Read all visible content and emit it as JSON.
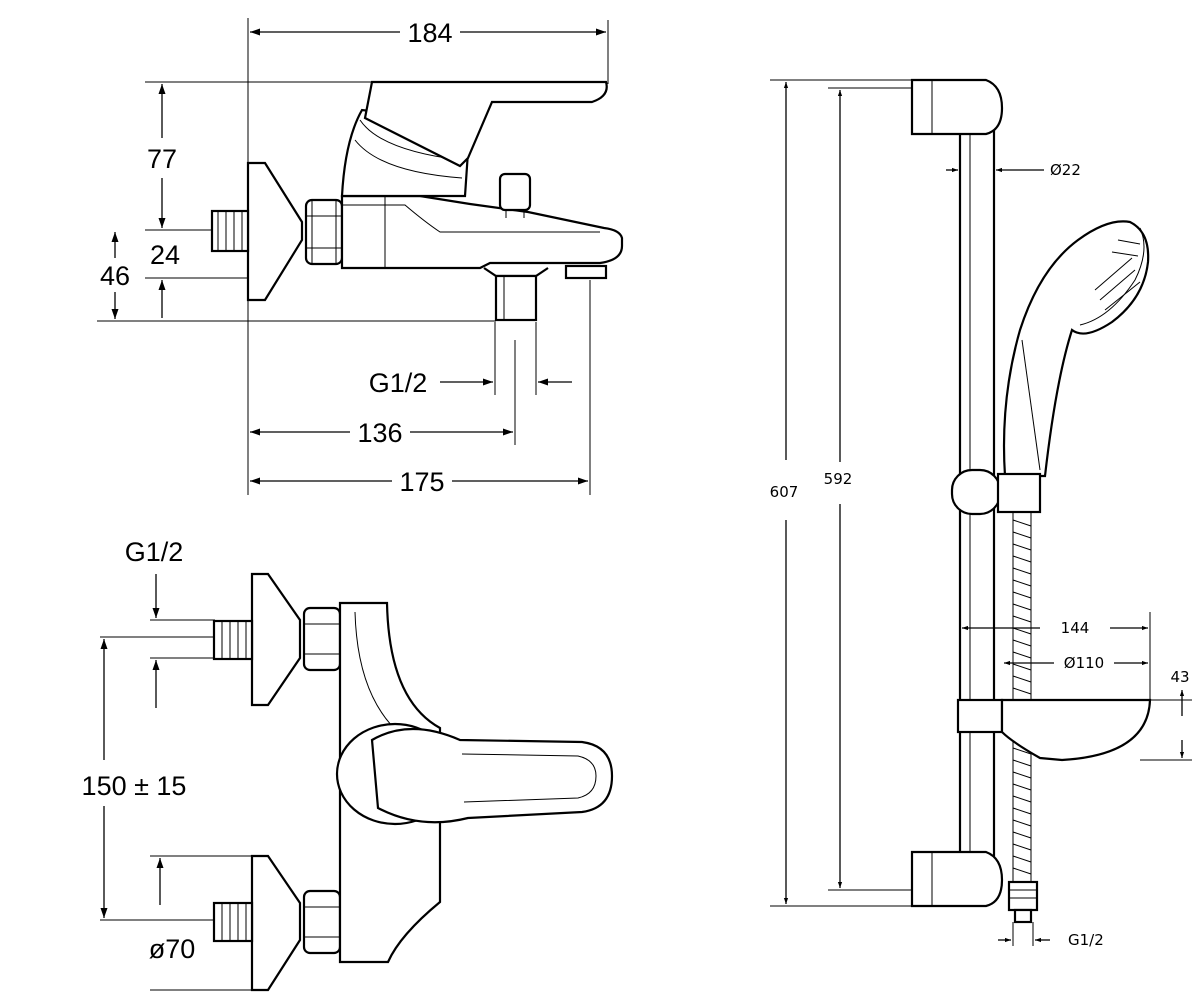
{
  "side_view": {
    "dim_184": "184",
    "dim_77": "77",
    "dim_24": "24",
    "dim_46": "46",
    "dim_g12": "G1/2",
    "dim_136": "136",
    "dim_175": "175"
  },
  "front_view": {
    "dim_g12": "G1/2",
    "dim_150": "150 ± 15",
    "dim_70": "ø70"
  },
  "shower_set": {
    "dim_607": "607",
    "dim_592": "592",
    "dim_22": "Ø22",
    "dim_144": "144",
    "dim_110": "Ø110",
    "dim_43": "43",
    "dim_g12": "G1/2"
  }
}
